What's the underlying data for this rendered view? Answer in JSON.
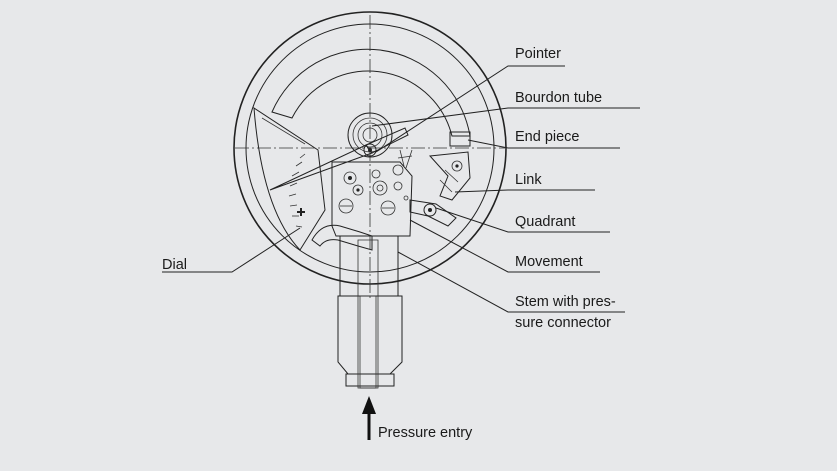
{
  "diagram": {
    "labels": {
      "pointer": "Pointer",
      "bourdon_tube": "Bourdon tube",
      "end_piece": "End piece",
      "link": "Link",
      "quadrant": "Quadrant",
      "movement": "Movement",
      "stem_line1": "Stem with pres-",
      "stem_line2": "sure connector",
      "dial": "Dial",
      "pressure_entry": "Pressure entry"
    },
    "colors": {
      "background": "#e7e8ea",
      "tube_fill": "#c9d8ea",
      "line": "#222222"
    }
  }
}
